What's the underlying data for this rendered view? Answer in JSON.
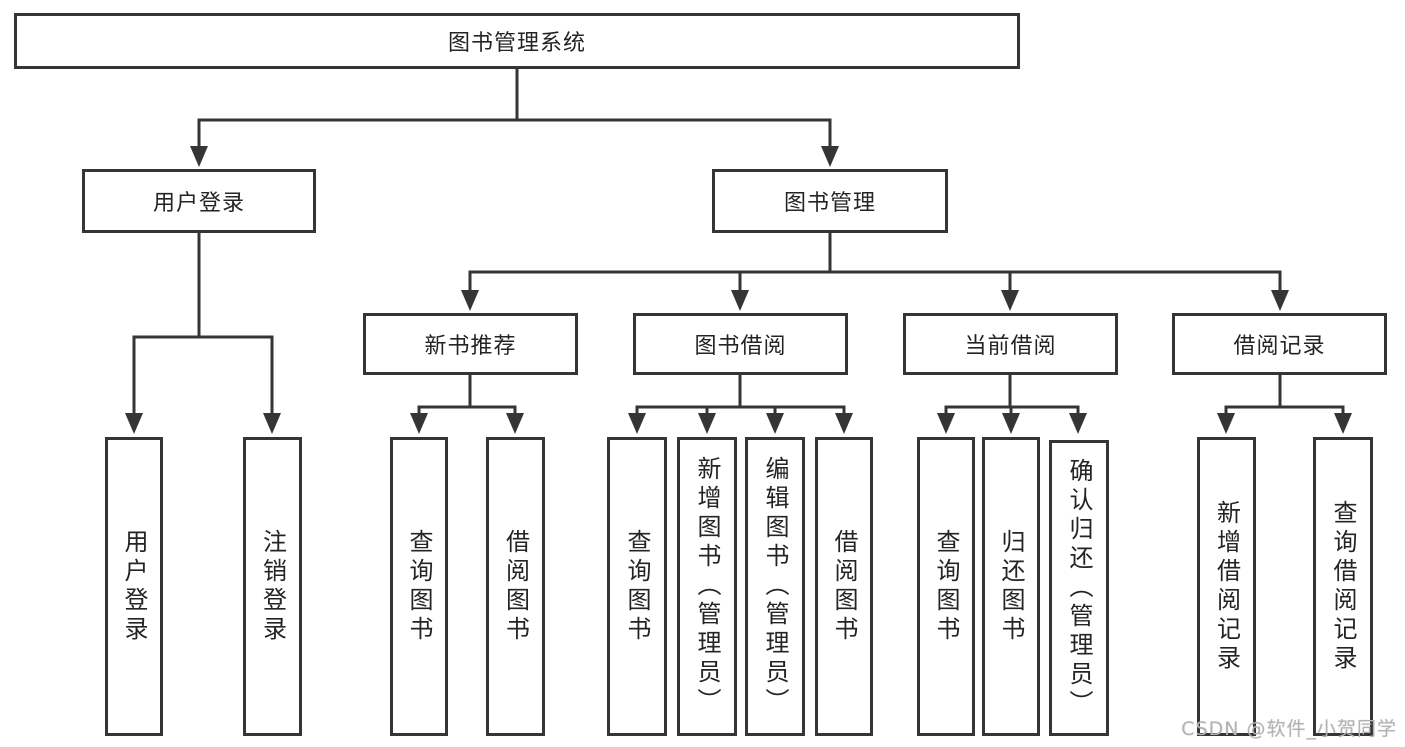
{
  "diagram_title": "图书管理系统",
  "nodes": {
    "root": "图书管理系统",
    "user_login": "用户登录",
    "book_mgmt": "图书管理",
    "new_book_rec": "新书推荐",
    "book_borrow": "图书借阅",
    "current_borrow": "当前借阅",
    "borrow_records": "借阅记录",
    "leaf_user_login": "用户登录",
    "leaf_logout": "注销登录",
    "leaf_nbr_query": "查询图书",
    "leaf_nbr_borrow": "借阅图书",
    "leaf_bb_query": "查询图书",
    "leaf_bb_add": "新增图书（管理员）",
    "leaf_bb_edit": "编辑图书（管理员）",
    "leaf_bb_borrow": "借阅图书",
    "leaf_cb_query": "查询图书",
    "leaf_cb_return": "归还图书",
    "leaf_cb_confirm": "确认归还（管理员）",
    "leaf_br_add": "新增借阅记录",
    "leaf_br_query": "查询借阅记录"
  },
  "watermark": "CSDN @软件_小贺同学",
  "colors": {
    "line": "#353535",
    "box_border": "#353535",
    "text": "#242424",
    "watermark": "#b3b3b3",
    "background": "#ffffff"
  }
}
